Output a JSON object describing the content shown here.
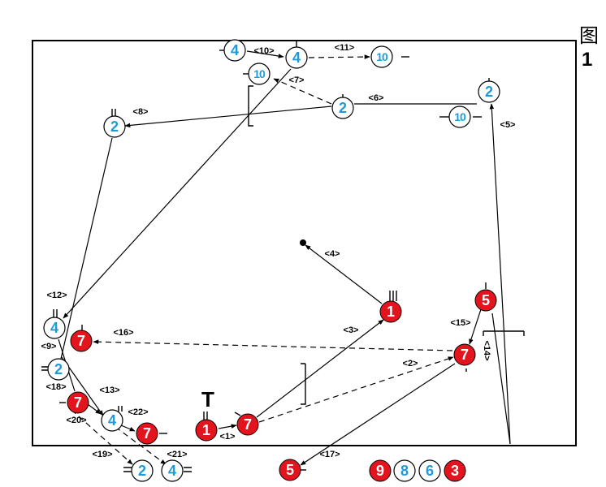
{
  "caption": {
    "char": "图",
    "number": "1"
  },
  "colors": {
    "red": "#e3141d",
    "blue": "#1e9bd7",
    "line": "#000000",
    "background": "#ffffff"
  },
  "players": [
    {
      "id": "r1a",
      "number": "1",
      "team": "red"
    },
    {
      "id": "r1b",
      "number": "1",
      "team": "red"
    },
    {
      "id": "r7a",
      "number": "7",
      "team": "red"
    },
    {
      "id": "r7b",
      "number": "7",
      "team": "red"
    },
    {
      "id": "r7c",
      "number": "7",
      "team": "red"
    },
    {
      "id": "r7d",
      "number": "7",
      "team": "red"
    },
    {
      "id": "r5a",
      "number": "5",
      "team": "red"
    },
    {
      "id": "r5b",
      "number": "5",
      "team": "red"
    },
    {
      "id": "r7e",
      "number": "7",
      "team": "red"
    },
    {
      "id": "b2a",
      "number": "2",
      "team": "blue"
    },
    {
      "id": "b10a",
      "number": "10",
      "team": "blue"
    },
    {
      "id": "b2b",
      "number": "2",
      "team": "blue"
    },
    {
      "id": "b10b",
      "number": "10",
      "team": "blue"
    },
    {
      "id": "b4a",
      "number": "4",
      "team": "blue"
    },
    {
      "id": "b4b",
      "number": "4",
      "team": "blue"
    },
    {
      "id": "b10c",
      "number": "10",
      "team": "blue"
    },
    {
      "id": "b2c",
      "number": "2",
      "team": "blue"
    },
    {
      "id": "b4c",
      "number": "4",
      "team": "blue"
    },
    {
      "id": "b2d",
      "number": "2",
      "team": "blue"
    },
    {
      "id": "b4d",
      "number": "4",
      "team": "blue"
    },
    {
      "id": "b2e",
      "number": "2",
      "team": "blue"
    },
    {
      "id": "b4e",
      "number": "4",
      "team": "blue"
    },
    {
      "id": "sub9",
      "number": "9",
      "team": "red"
    },
    {
      "id": "sub8",
      "number": "8",
      "team": "blue"
    },
    {
      "id": "sub6",
      "number": "6",
      "team": "blue"
    },
    {
      "id": "sub3",
      "number": "3",
      "team": "red"
    }
  ],
  "labels": [
    "<1>",
    "<2>",
    "<3>",
    "<4>",
    "<5>",
    "<6>",
    "<7>",
    "<8>",
    "<9>",
    "<10>",
    "<11>",
    "<12>",
    "<13>",
    "<14>",
    "<15>",
    "<16>",
    "<17>",
    "<18>",
    "<19>",
    "<20>",
    "<21>",
    "<22>"
  ],
  "marker": {
    "symbol": "T"
  }
}
